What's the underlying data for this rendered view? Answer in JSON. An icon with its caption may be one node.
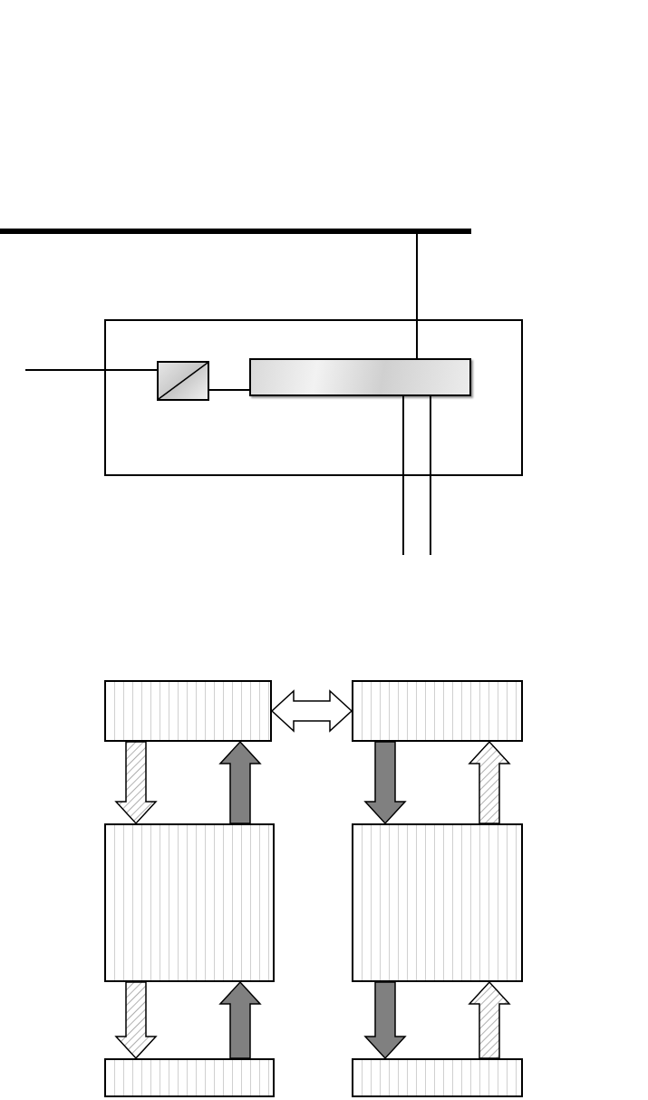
{
  "diagram": {
    "nodes": [
      {
        "text": [],
        "shape": "bar"
      },
      {
        "text": [],
        "shape": "box"
      },
      {
        "text": [],
        "shape": "box",
        "in": 1
      },
      {
        "text": [],
        "shape": "box",
        "in": 1
      },
      {
        "text": [],
        "shape": "box"
      },
      {
        "text": [],
        "shape": "box"
      },
      {
        "text": [],
        "shape": "box"
      },
      {
        "text": [],
        "shape": "box"
      },
      {
        "text": [],
        "shape": "box"
      },
      {
        "text": [],
        "shape": "box"
      }
    ],
    "edges": [
      {
        "from": 0,
        "to": 3,
        "arrow": "none"
      },
      {
        "from": null,
        "to": 2,
        "arrow": "none"
      },
      {
        "from": 2,
        "to": 3,
        "arrow": "none"
      },
      {
        "from": 3,
        "to": null,
        "arrow": "none"
      },
      {
        "from": 3,
        "to": null,
        "arrow": "none"
      },
      {
        "from": 4,
        "to": 5,
        "arrow": "both",
        "style": "thick"
      },
      {
        "from": 4,
        "to": 6,
        "arrow": "to",
        "style": "thick"
      },
      {
        "from": 6,
        "to": 4,
        "arrow": "to",
        "style": "thick",
        "color": "#808080"
      },
      {
        "from": 5,
        "to": 7,
        "arrow": "to",
        "style": "thick",
        "color": "#808080"
      },
      {
        "from": 7,
        "to": 5,
        "arrow": "to",
        "style": "thick"
      },
      {
        "from": 6,
        "to": 8,
        "arrow": "to",
        "style": "thick"
      },
      {
        "from": 8,
        "to": 6,
        "arrow": "to",
        "style": "thick",
        "color": "#808080"
      },
      {
        "from": 7,
        "to": 9,
        "arrow": "to",
        "style": "thick",
        "color": "#808080"
      },
      {
        "from": 9,
        "to": 7,
        "arrow": "to",
        "style": "thick"
      }
    ]
  }
}
